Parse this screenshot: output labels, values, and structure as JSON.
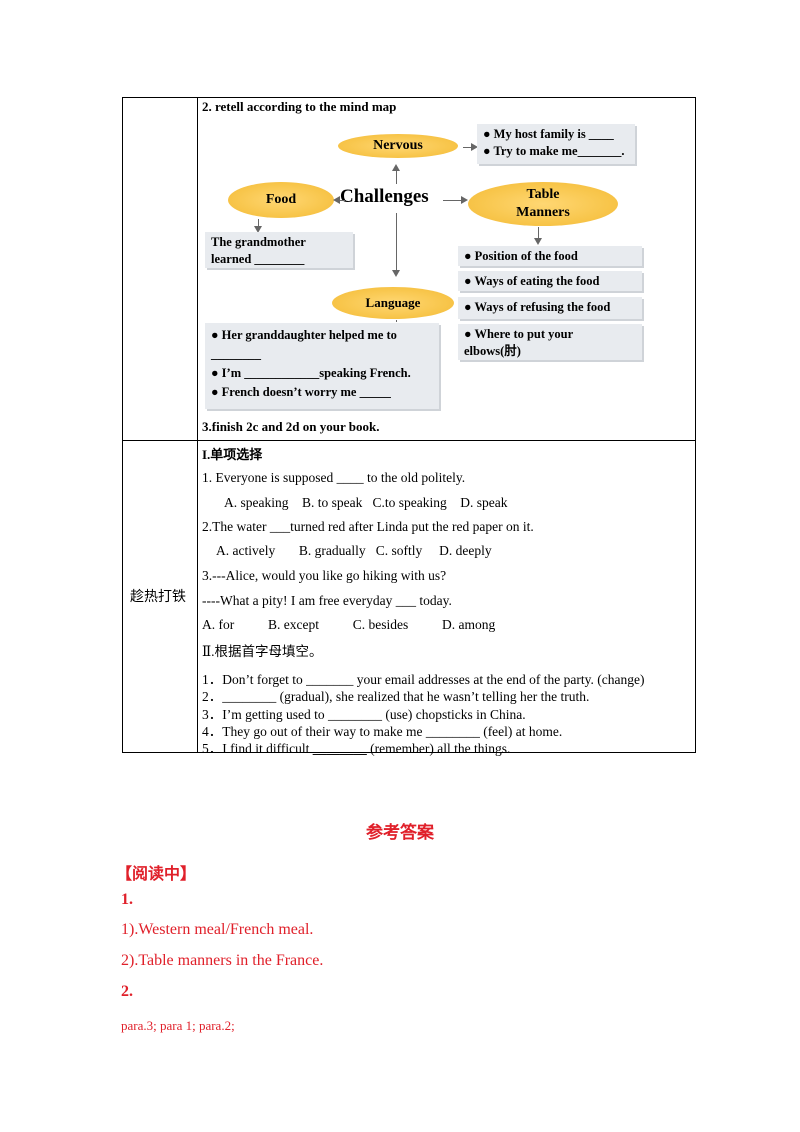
{
  "table": {
    "row1": {
      "step2_title": "2. retell according to the mind map",
      "mindmap": {
        "nervous": "Nervous",
        "challenges": "Challenges",
        "food": "Food",
        "table_manners_1": "Table",
        "table_manners_2": "Manners",
        "language": "Language",
        "nervous_box": [
          "● My host family is ____",
          "● Try to make me_______."
        ],
        "food_box": [
          "The grandmother",
          "learned ________"
        ],
        "table_boxes": [
          "● Position of the food",
          "● Ways of eating the food",
          "● Ways of refusing the food"
        ],
        "elbows_box": [
          "● Where to put your",
          "elbows(肘)"
        ],
        "language_box": [
          "● Her granddaughter helped me to",
          "________",
          "● I’m ____________speaking French.",
          "● French doesn’t worry me _____"
        ]
      },
      "step3": "3.finish 2c and 2d on your book."
    },
    "row2": {
      "label": "趁热打铁",
      "section1_title": "I.单项选择",
      "q1": "1. Everyone is supposed ____ to the old politely.",
      "q1_opts": "A. speaking    B. to speak   C.to speaking    D. speak",
      "q2": "2.The water ___turned red after Linda put the red paper on it.",
      "q2_opts": "A. actively       B. gradually   C. softly     D. deeply",
      "q3a": "3.---Alice, would you like go hiking with us?",
      "q3b": "----What a pity! I am free everyday ___ today.",
      "q3_opts": "A. for          B. except          C. besides          D. among",
      "section2_title": "Ⅱ.根据首字母填空。",
      "f1": "1．Don’t forget to _______ your email addresses at the end of the party. (change)",
      "f2": "2．________ (gradual), she realized that he wasn’t telling her the truth.",
      "f3": "3．I’m getting used to ________ (use) chopsticks in China.",
      "f4": "4．They go out of their way to make me ________ (feel) at home.",
      "f5a": "5．I find it difficult ",
      "f5b": "________",
      "f5c": " (remember) all the things."
    }
  },
  "answers": {
    "title": "参考答案",
    "section": "【阅读中】",
    "n1": "1.",
    "a1": "1).Western meal/French meal.",
    "a2": "2).Table manners in the France.",
    "n2": "2.",
    "a3": "para.3; para 1; para.2;"
  },
  "colors": {
    "answer_red": "#e0202a",
    "ellipse": "#f8c64c",
    "box_gray": "#e8ebef"
  }
}
